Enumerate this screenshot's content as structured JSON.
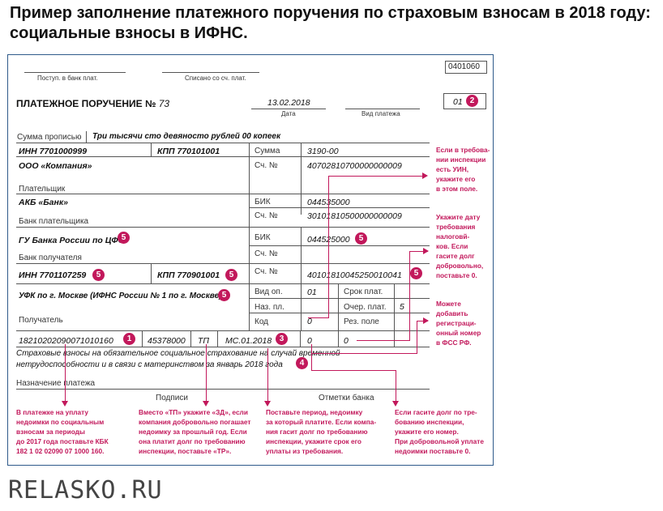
{
  "heading": "Пример заполнение платежного поручения по страховым взносам в 2018 году: социальные взносы в ИФНС.",
  "form": {
    "form_code": "0401060",
    "received_label": "Поступ. в банк плат.",
    "debited_label": "Списано со сч. плат.",
    "title": "ПЛАТЕЖНОЕ ПОРУЧЕНИЕ №",
    "number": "73",
    "date_value": "13.02.2018",
    "date_label": "Дата",
    "payment_type_label": "Вид платежа",
    "status_code": "01",
    "amount_words_label": "Сумма прописью",
    "amount_words": "Три тысячи сто девяносто рублей 00 копеек",
    "payer_inn": "ИНН 7701000999",
    "payer_kpp": "КПП 770101001",
    "sum_label": "Сумма",
    "sum_value": "3190-00",
    "payer_name": "ООО «Компания»",
    "account_label": "Сч. №",
    "payer_account": "40702810700000000009",
    "payer_label": "Плательщик",
    "payer_bank": "АКБ «Банк»",
    "bik_label": "БИК",
    "payer_bik": "044535000",
    "payer_bank_corr": "30101810500000000009",
    "payer_bank_label": "Банк плательщика",
    "payee_bank": "ГУ Банка России по ЦФО",
    "payee_bik": "044525000",
    "payee_bank_label": "Банк получателя",
    "payee_inn": "ИНН 7701107259",
    "payee_kpp": "КПП 770901001",
    "payee_account": "40101810045250010041",
    "payee_name": "УФК по г. Москве (ИФНС России № 1 по г. Москве)",
    "op_type_label": "Вид оп.",
    "op_type_value": "01",
    "term_label": "Срок плат.",
    "purpose_code_label": "Наз. пл.",
    "order_label": "Очер. плат.",
    "order_value": "5",
    "code_label": "Код",
    "code_value": "0",
    "reserve_label": "Рез. поле",
    "payee_label": "Получатель",
    "kbk": "18210202090071010160",
    "oktmo": "45378000",
    "basis": "ТП",
    "period": "МС.01.2018",
    "doc_number": "0",
    "doc_date": "0",
    "purpose_line1": "Страховые взносы на обязательное социальное страхование на случай временной",
    "purpose_line2": "нетрудоспособности и в связи с материнством за январь 2018 года",
    "purpose_label": "Назначение платежа",
    "signatures_label": "Подписи",
    "bank_marks_label": "Отметки банка"
  },
  "badges": {
    "b1": "1",
    "b2": "2",
    "b3": "3",
    "b4": "4",
    "b5": "5"
  },
  "notes": {
    "uin": [
      "Если в требова-",
      "нии инспекции",
      "есть УИН,",
      "укажите его",
      "в этом поле."
    ],
    "req_date": [
      "Укажите дату",
      "требования",
      "налоговй-",
      "ков. Если",
      "гасите долг",
      "добровольно,",
      "поставьте 0."
    ],
    "fss": [
      "Можете",
      "добавить",
      "регистраци-",
      "онный номер",
      "в ФСС РФ."
    ],
    "kbk": [
      "В платежке на уплату",
      "недоимки по социальным",
      "взносам за периоды",
      "до 2017 года поставьте КБК",
      "182 1 02 02090 07 1000 160."
    ],
    "basis": [
      "Вместо «ТП» укажите «ЗД», если",
      "компания добровольно погашает",
      "недоимку за прошлый год. Если",
      "она платит долг по требованию",
      "инспекции, поставьте «ТР»."
    ],
    "period": [
      "Поставьте период, недоимку",
      "за который платите. Если компа-",
      "ния гасит долг по требованию",
      "инспекции, укажите срок его",
      "уплаты из требования."
    ],
    "docnum": [
      "Если гасите долг по тре-",
      "бованию инспекции,",
      "укажите его номер.",
      "При добровольной уплате",
      "недоимки поставьте 0."
    ]
  },
  "watermark": "RELASKO.RU",
  "colors": {
    "accent": "#c2185b",
    "frame": "#2f5a8a"
  }
}
